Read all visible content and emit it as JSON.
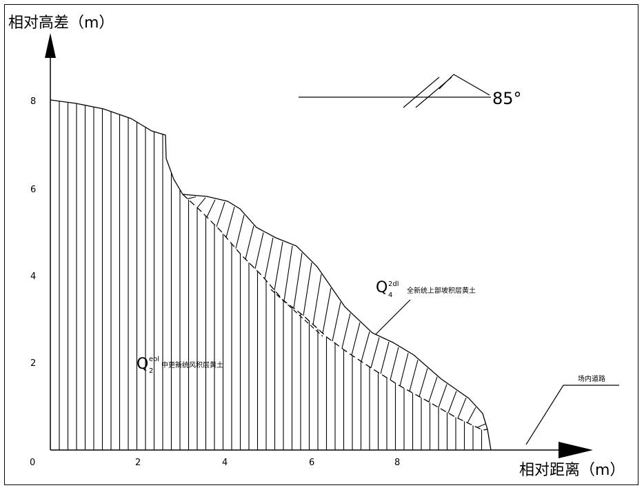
{
  "y_axis": {
    "title": "相对高差（m）",
    "ticks": [
      "2",
      "4",
      "6",
      "8"
    ]
  },
  "x_axis": {
    "title": "相对距离（m）",
    "ticks": [
      "2",
      "4",
      "6",
      "8"
    ]
  },
  "origin_label": "0",
  "dip_angle": "85°",
  "layer_upper": {
    "symbol": "Q",
    "subscript": "4",
    "superscript": "2dl",
    "name": "全新统上部坡积层黄土"
  },
  "layer_lower": {
    "symbol": "Q",
    "subscript": "2",
    "superscript": "eol",
    "name": "中更新统风积层黄土"
  },
  "road_label": "场内道路"
}
